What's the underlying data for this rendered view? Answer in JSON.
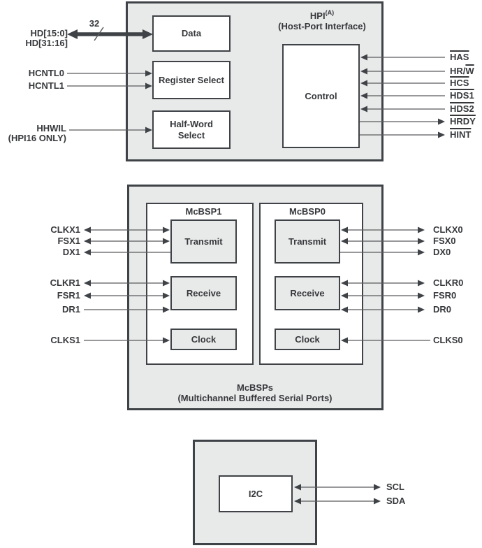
{
  "hpi": {
    "title": "HPI",
    "title_note": "(A)",
    "subtitle": "(Host-Port Interface)",
    "data_box": "Data",
    "register_select_box": "Register Select",
    "half_word_line1": "Half-Word",
    "half_word_line2": "Select",
    "control_box": "Control",
    "hd_label_line1": "HD[15:0]",
    "hd_label_line2": "HD[31:16]",
    "bus_width": "32",
    "hcntl0": "HCNTL0",
    "hcntl1": "HCNTL1",
    "hhwil_line1": "HHWIL",
    "hhwil_line2": "(HPI16 ONLY)",
    "right_signals": [
      {
        "label": "HAS",
        "overline": true
      },
      {
        "pre": "HR/",
        "over": "W",
        "overline": "partial"
      },
      {
        "label": "HCS",
        "overline": true
      },
      {
        "label": "HDS1",
        "overline": true
      },
      {
        "label": "HDS2",
        "overline": true
      },
      {
        "label": "HRDY",
        "overline": true
      },
      {
        "label": "HINT",
        "overline": true
      }
    ]
  },
  "mcbsp": {
    "caption_line1": "McBSPs",
    "caption_line2": "(Multichannel Buffered Serial Ports)",
    "mcbsp1": {
      "title": "McBSP1",
      "transmit": "Transmit",
      "receive": "Receive",
      "clock": "Clock"
    },
    "mcbsp0": {
      "title": "McBSP0",
      "transmit": "Transmit",
      "receive": "Receive",
      "clock": "Clock"
    },
    "left_signals": [
      "CLKX1",
      "FSX1",
      "DX1",
      "CLKR1",
      "FSR1",
      "DR1",
      "CLKS1"
    ],
    "right_signals": [
      "CLKX0",
      "FSX0",
      "DX0",
      "CLKR0",
      "FSR0",
      "DR0",
      "CLKS0"
    ]
  },
  "i2c": {
    "box": "I2C",
    "signals": [
      "SCL",
      "SDA"
    ]
  },
  "colors": {
    "box_fill": "#e8e9e9",
    "border": "#3f4347",
    "line": "#5a5b5d",
    "text": "#36383b"
  }
}
